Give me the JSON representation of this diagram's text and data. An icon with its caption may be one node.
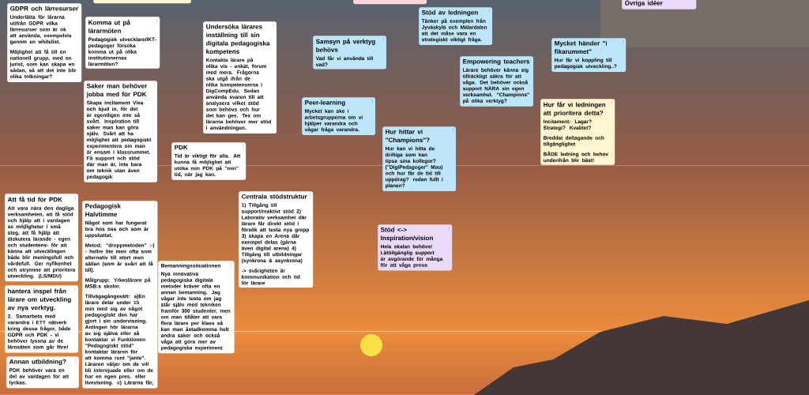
{
  "diagram": {
    "nodes": [
      {
        "text": [],
        "shape": "box"
      },
      {
        "text": [],
        "shape": "box"
      },
      {
        "text": [
          "Övriga idéer"
        ]
      },
      {
        "text": [
          "GDPR och lärresurser",
          "Underlätta för lärarna utifrån GDPR vilka lärresurser som är ok att använda, exempelvis genom en whitelist.",
          "Möjlighet att få till en nationell grupp, med en jurist, som kan skapa en sådan, så att det inte blir olika tolkningar?"
        ]
      },
      {
        "text": [
          "Komma ut på lärarmöten",
          "Pedagogisk utvecklare/IKT-pedagoger försöka komma ut på olika institutionernas lärarmöten?"
        ]
      },
      {
        "text": [
          "Saker man behöver jobba med för PDK",
          "Skapa incitament Visa och bjud in, för det är egentligen inte så svårt. Inspiration till saker man kan göra själv. Svårt att ha möjlighet att pedagogiskt experimentera om man är ensam i klassrummet. Få support och stöd där man är, inte bara om teknik utan även pedagogik"
        ]
      },
      {
        "text": [
          "Undersöka lärares inställning till sin digitala pedagogiska kompetens",
          "Kontakta lärare på olika vis - enkät, forum med mera. Frågorna ska utgå ifrån de olika kompetenserna i DigCompEdu. Sedan använda svaren till att analysera vilket stöd som behövs och hur det kan ges. Tex om lärarna behöver mer stöd i användningen."
        ]
      },
      {
        "text": [
          "PDK",
          "Tid är viktigt för alla. Att kunna få möjlighet att utöka min PDK på \"min\" tid, när jag kan."
        ]
      },
      {
        "text": [
          "Samsyn på verktyg behövs",
          "Vad får vi använda till vad?"
        ]
      },
      {
        "text": [
          "Stöd av ledningen",
          "Tänker på exemplen från Jyväskylä och Mälardalen att det måse vara en strategiskt viktigt fråga."
        ]
      },
      {
        "text": [
          "Empowering teachers",
          "Lärare behöver känna sig tillräckligt säkra för att våga. Det behöver också support NÄRA sin egen verksamhet. \"Champions\" på olika verktyg?"
        ]
      },
      {
        "text": [
          "Peer-learning",
          "Mycket kan ske i arbetsgrupperna om vi hjälper varandra och vågar fråga varandra."
        ]
      },
      {
        "text": [
          "Hur hittar vi \"Champions\"?",
          "Hur kan vi hitta de driftiga som kan tipsa sina kollegor? (\"DigiPedagoger\" Mau) och hur får de tid till uppdrag? redan fullt i planen?"
        ]
      },
      {
        "text": [
          "Mycket händer \"i fikarummet\"",
          "Hur får vi koppling till pedagogisk utveckling..?"
        ]
      },
      {
        "text": [
          "Hur får vi ledningen att prioritera detta?",
          "Incitament: Lagar? Strategi? Kvalitet?",
          "Breddat deltagande och tillgänglighet",
          "BÅDE ledning och behov underifrån blir bäst!"
        ]
      },
      {
        "text": [
          "Att få tid för PDK",
          "Att vara nära den dagliga verksamheten, att få stöd och hjälp att i vardagen se möjligheter i små steg, att få hjälp att diskutera lärande - egen och studentens- för att känna att utvecklingen både blir meningsfull och värdefull. Ger nyfikenhet och utrymme att prioritera utveckling. (LS/MDU)"
        ]
      },
      {
        "text": [
          "hantera inspel från lärare om utveckling av nya verktyg.",
          "2. Samarbeta med varandra i ETT nätverk kring dessa frågor, både GDPR och PDK - vi behöver lyssna av de lärosäten som går före!"
        ]
      },
      {
        "text": [
          "Annan utbildning?",
          "PDK behöver vara en del av vardagen för att lyckas."
        ]
      },
      {
        "text": [
          "Pedagogisk Halvtimme",
          "Något som har fungerat bra hos oss och som är uppskattat.",
          "Metod: \"droppmetoden\" :-) - hellre lite men ofta som alternativ till stort men sällan (som är svårt att få till).",
          "Målgrupp: Yrkeslärare på MSB:s skolor.",
          "Tillvägagångssätt: a)En lärare delar under 15 min med sig av något pedagogiskt den har gjort i sin undervisning. Antingen hör lärarna av sig själva eller så kontaktar vi Funktionen \"Pedagogiskt stöd\" kontaktar läraren för att komma runt \"jante\". Läraren väljer om de vill bli intervjuade eller om de har en egen pres. eller livevisning. c) Lärarna får,"
        ]
      },
      {
        "text": [
          "Centrala stödstruktur",
          "1) Tillgång till support/reaktivt stöd 2) Laborativ verksamhet där lärare får direkt stöd i försök att testa nya grepp 3) skapa en Arena där exempel delas (gärna även digital arena) 4) Tillgång till utbildningar (synkrona & asynkrona)",
          "-> svårigheten är kommunikation och tid för lärare"
        ]
      },
      {
        "text": [
          "Bemanningssituationen",
          "Nya innovativa pedagogiska digitala metoder kräver ofta en annan bemanning. Jag vågar inte testa om jag står själv med tekniken framför 300 studenter, men om man tillåter att vara flera lärare per klass så kan man åstadkomma helt andra saker och också våga att göra mer av pedagogiska experiment"
        ]
      },
      {
        "text": [
          "Stöd <-> Inspiration/vision",
          "Hela skalan behövs! Lättillgänglig support är avgörande för många för att våga prova"
        ]
      }
    ],
    "edges": []
  }
}
